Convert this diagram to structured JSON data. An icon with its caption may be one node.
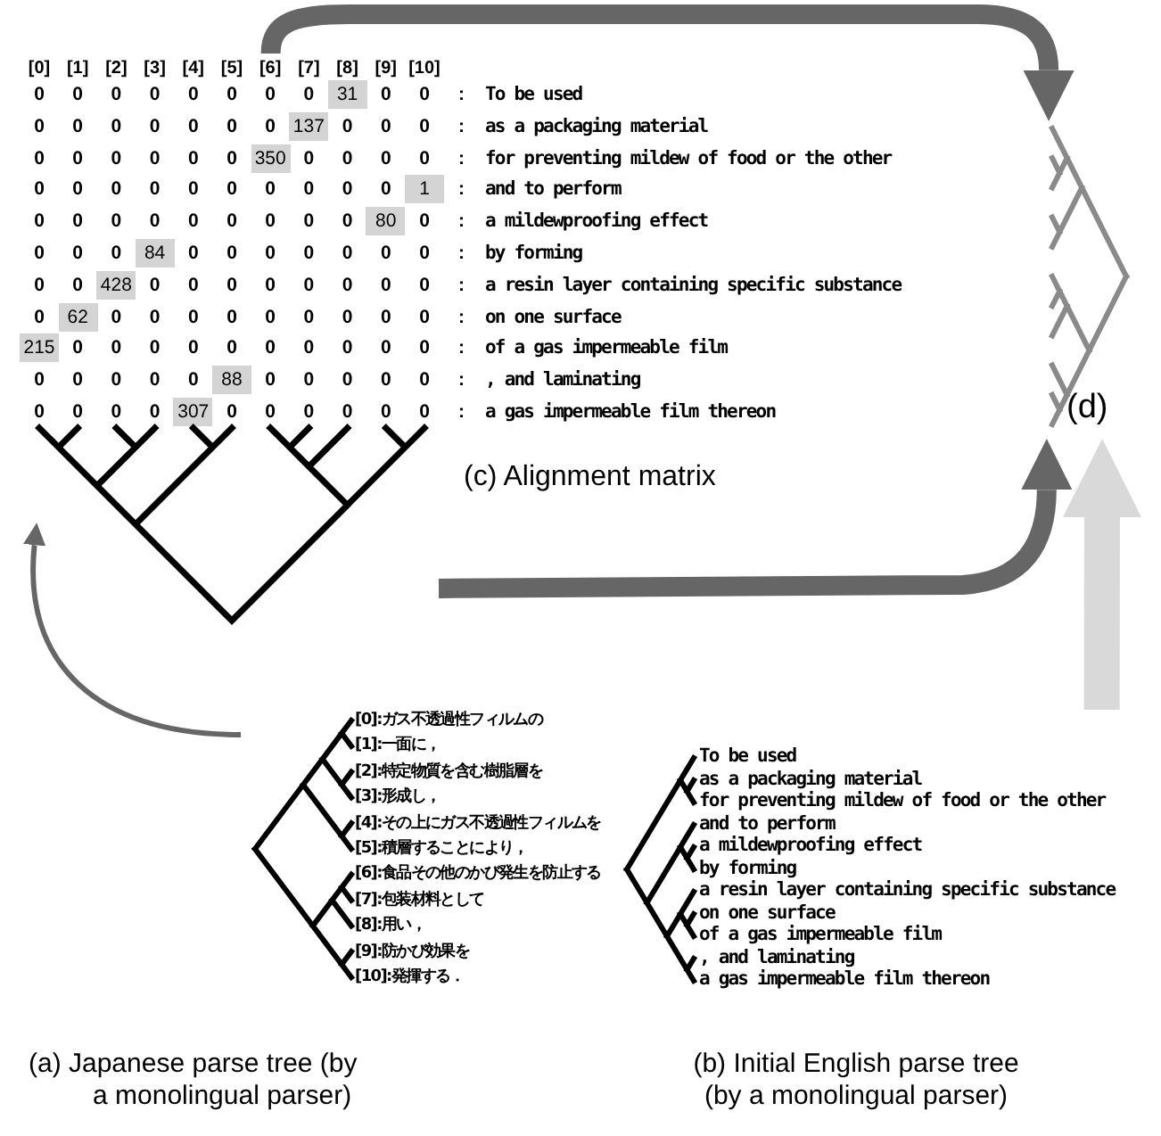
{
  "diagram": {
    "nodes": [
      {
        "text": [
          "[0]:ガス不透過性フィルムの",
          "[1]:一面に，",
          "[2]:特定物質を含む樹脂層を",
          "[3]:形成し，",
          "[4]:その上にガス不透過性フィルムを",
          "[5]:積層することにより，",
          "[6]:食品その他のかび発生を防止する",
          "[7]:包装材料として",
          "[8]:用い，",
          "[9]:防かび効果を",
          "[10]:発揮する．"
        ],
        "beside": [
          "(a) Japanese parse tree (by a monolingual parser)"
        ]
      },
      {
        "text": [
          "To be used",
          "as a packaging material",
          "for preventing mildew of food or the other",
          "and to perform",
          "a mildewproofing effect",
          "by forming",
          "a resin layer containing specific substance",
          "on one surface",
          "of a gas impermeable film",
          ", and laminating",
          "a gas impermeable film thereon"
        ],
        "beside": [
          "(b) Initial English parse tree (by a monolingual parser)"
        ]
      },
      {
        "text": [
          "[0]",
          "[1]",
          "[2]",
          "[3]",
          "[4]",
          "[5]",
          "[6]",
          "[7]",
          "[8]",
          "[9]",
          "[10]",
          "0",
          "0",
          "0",
          "0",
          "0",
          "0",
          "0",
          "0",
          "31",
          "0",
          "0",
          ":",
          "To be used",
          "0",
          "0",
          "0",
          "0",
          "0",
          "0",
          "0",
          "137",
          "0",
          "0",
          "0",
          ":",
          "as a packaging material",
          "0",
          "0",
          "0",
          "0",
          "0",
          "0",
          "350",
          "0",
          "0",
          "0",
          "0",
          ":",
          "for preventing mildew of food or the other",
          "0",
          "0",
          "0",
          "0",
          "0",
          "0",
          "0",
          "0",
          "0",
          "0",
          "1",
          ":",
          "and to perform",
          "0",
          "0",
          "0",
          "0",
          "0",
          "0",
          "0",
          "0",
          "0",
          "80",
          "0",
          ":",
          "a mildewproofing effect",
          "0",
          "0",
          "0",
          "84",
          "0",
          "0",
          "0",
          "0",
          "0",
          "0",
          "0",
          ":",
          "by forming",
          "0",
          "0",
          "428",
          "0",
          "0",
          "0",
          "0",
          "0",
          "0",
          "0",
          "0",
          ":",
          "a resin layer containing specific substance",
          "0",
          "62",
          "0",
          "0",
          "0",
          "0",
          "0",
          "0",
          "0",
          "0",
          "0",
          ":",
          "on one surface",
          "215",
          "0",
          "0",
          "0",
          "0",
          "0",
          "0",
          "0",
          "0",
          "0",
          "0",
          ":",
          "of a gas impermeable film",
          "0",
          "0",
          "0",
          "0",
          "0",
          "88",
          "0",
          "0",
          "0",
          "0",
          "0",
          ":",
          ", and laminating",
          "0",
          "0",
          "0",
          "0",
          "307",
          "0",
          "0",
          "0",
          "0",
          "0",
          "0",
          ":",
          "a gas impermeable film thereon"
        ],
        "beside": [
          "(c) Alignment matrix"
        ]
      },
      {
        "text": [],
        "shape": "picture"
      },
      {
        "text": [
          "(d)"
        ]
      }
    ],
    "edges": [
      {
        "from": 0,
        "to": 3,
        "arrow": "to"
      },
      {
        "from": 2,
        "to": 4,
        "arrow": "to"
      },
      {
        "from": 3,
        "to": 4,
        "arrow": "to"
      },
      {
        "from": 1,
        "to": 4,
        "arrow": "to",
        "style": "thick",
        "color": "#d9d9d9"
      }
    ]
  }
}
